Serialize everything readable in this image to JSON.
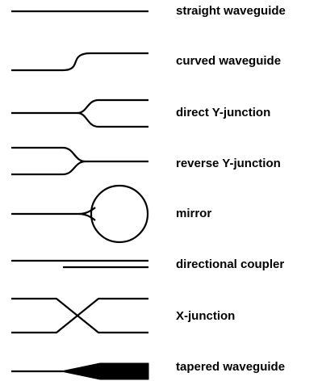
{
  "legend": {
    "items": [
      {
        "id": "straight",
        "label": "straight waveguide"
      },
      {
        "id": "curved",
        "label": "curved waveguide"
      },
      {
        "id": "direct-y",
        "label": "direct Y-junction"
      },
      {
        "id": "reverse-y",
        "label": "reverse Y-junction"
      },
      {
        "id": "mirror",
        "label": "mirror"
      },
      {
        "id": "coupler",
        "label": "directional coupler"
      },
      {
        "id": "x-junction",
        "label": "X-junction"
      },
      {
        "id": "tapered",
        "label": "tapered waveguide"
      }
    ]
  },
  "colors": {
    "line": "#000000",
    "background": "#ffffff"
  }
}
